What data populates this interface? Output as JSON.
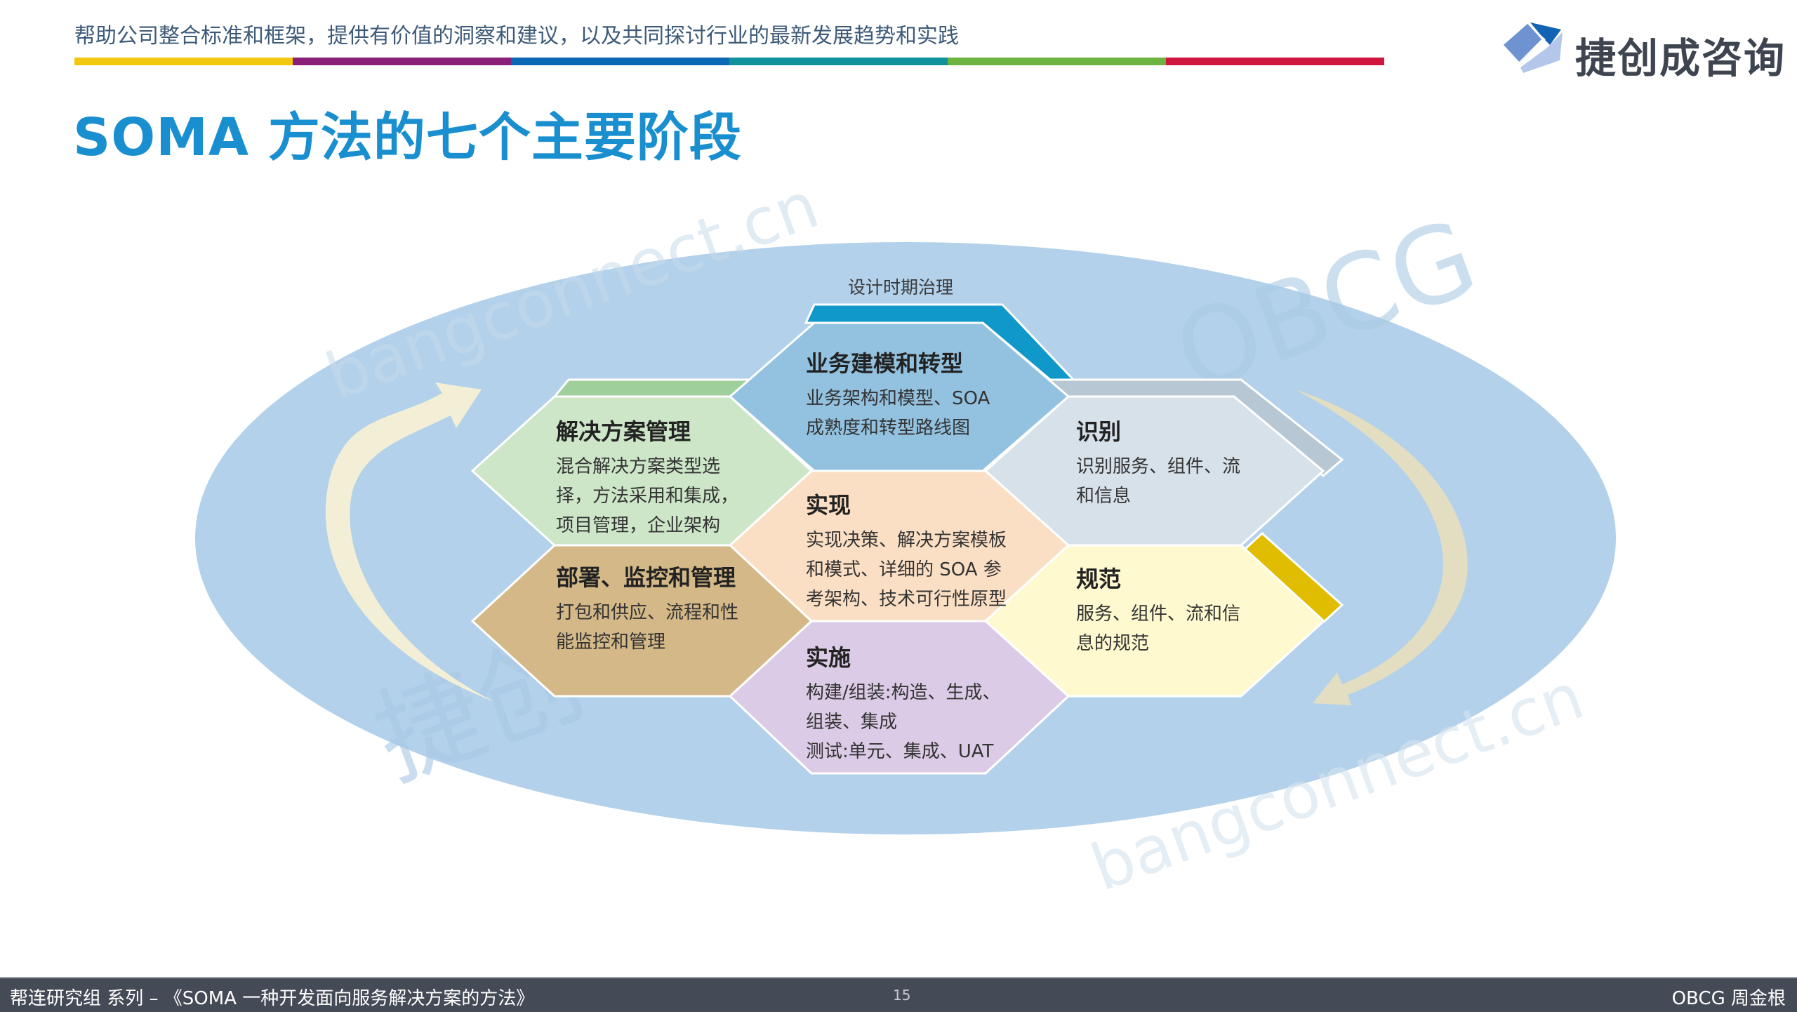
{
  "header": {
    "subtitle": "帮助公司整合标准和框架，提供有价值的洞察和建议，以及共同探讨行业的最新发展趋势和实践",
    "color_bar": [
      "#f2c80f",
      "#8a1f78",
      "#0a68b4",
      "#10929a",
      "#6cb33f",
      "#d0153f"
    ],
    "logo_text": "捷创成咨询",
    "logo_icon": "cube-icon"
  },
  "page": {
    "title": "SOMA 方法的七个主要阶段"
  },
  "diagram": {
    "governance_label": "设计时期治理",
    "ellipse_color": "#b3d1ea",
    "arrow_color": "#f3efd6",
    "phases": [
      {
        "id": "business-modeling",
        "title": "业务建模和转型",
        "lines": [
          "业务架构和模型、SOA",
          "成熟度和转型路线图"
        ],
        "fill": "#93c2e0",
        "accent": "#0f98c9"
      },
      {
        "id": "solution-management",
        "title": "解决方案管理",
        "lines": [
          "混合解决方案类型选",
          "择，方法采用和集成，",
          "项目管理，企业架构"
        ],
        "fill": "#cde6c8",
        "accent": "#9fd09c"
      },
      {
        "id": "identification",
        "title": "识别",
        "lines": [
          "识别服务、组件、流",
          "和信息"
        ],
        "fill": "#d7e1ea",
        "accent": "#b7c8d4"
      },
      {
        "id": "realization",
        "title": "实现",
        "lines": [
          "实现决策、解决方案模板",
          "和模式、详细的 SOA 参",
          "考架构、技术可行性原型"
        ],
        "fill": "#fbdfc4",
        "accent": ""
      },
      {
        "id": "deployment",
        "title": "部署、监控和管理",
        "lines": [
          "打包和供应、流程和性",
          "能监控和管理"
        ],
        "fill": "#d4b888",
        "accent": ""
      },
      {
        "id": "specification",
        "title": "规范",
        "lines": [
          "服务、组件、流和信",
          "息的规范"
        ],
        "fill": "#fef9cf",
        "accent": "#e0bd00"
      },
      {
        "id": "implementation",
        "title": "实施",
        "lines": [
          "构建/组装:构造、生成、",
          "组装、集成",
          "测试:单元、集成、UAT"
        ],
        "fill": "#dccbe6",
        "accent": ""
      }
    ]
  },
  "watermarks": [
    "bangconnect.cn",
    "OBCG",
    "捷创",
    "bangconnect.cn"
  ],
  "footer": {
    "left": "帮连研究组 系列  –  《SOMA 一种开发面向服务解决方案的方法》",
    "page_number": "15",
    "right": "OBCG 周金根"
  }
}
